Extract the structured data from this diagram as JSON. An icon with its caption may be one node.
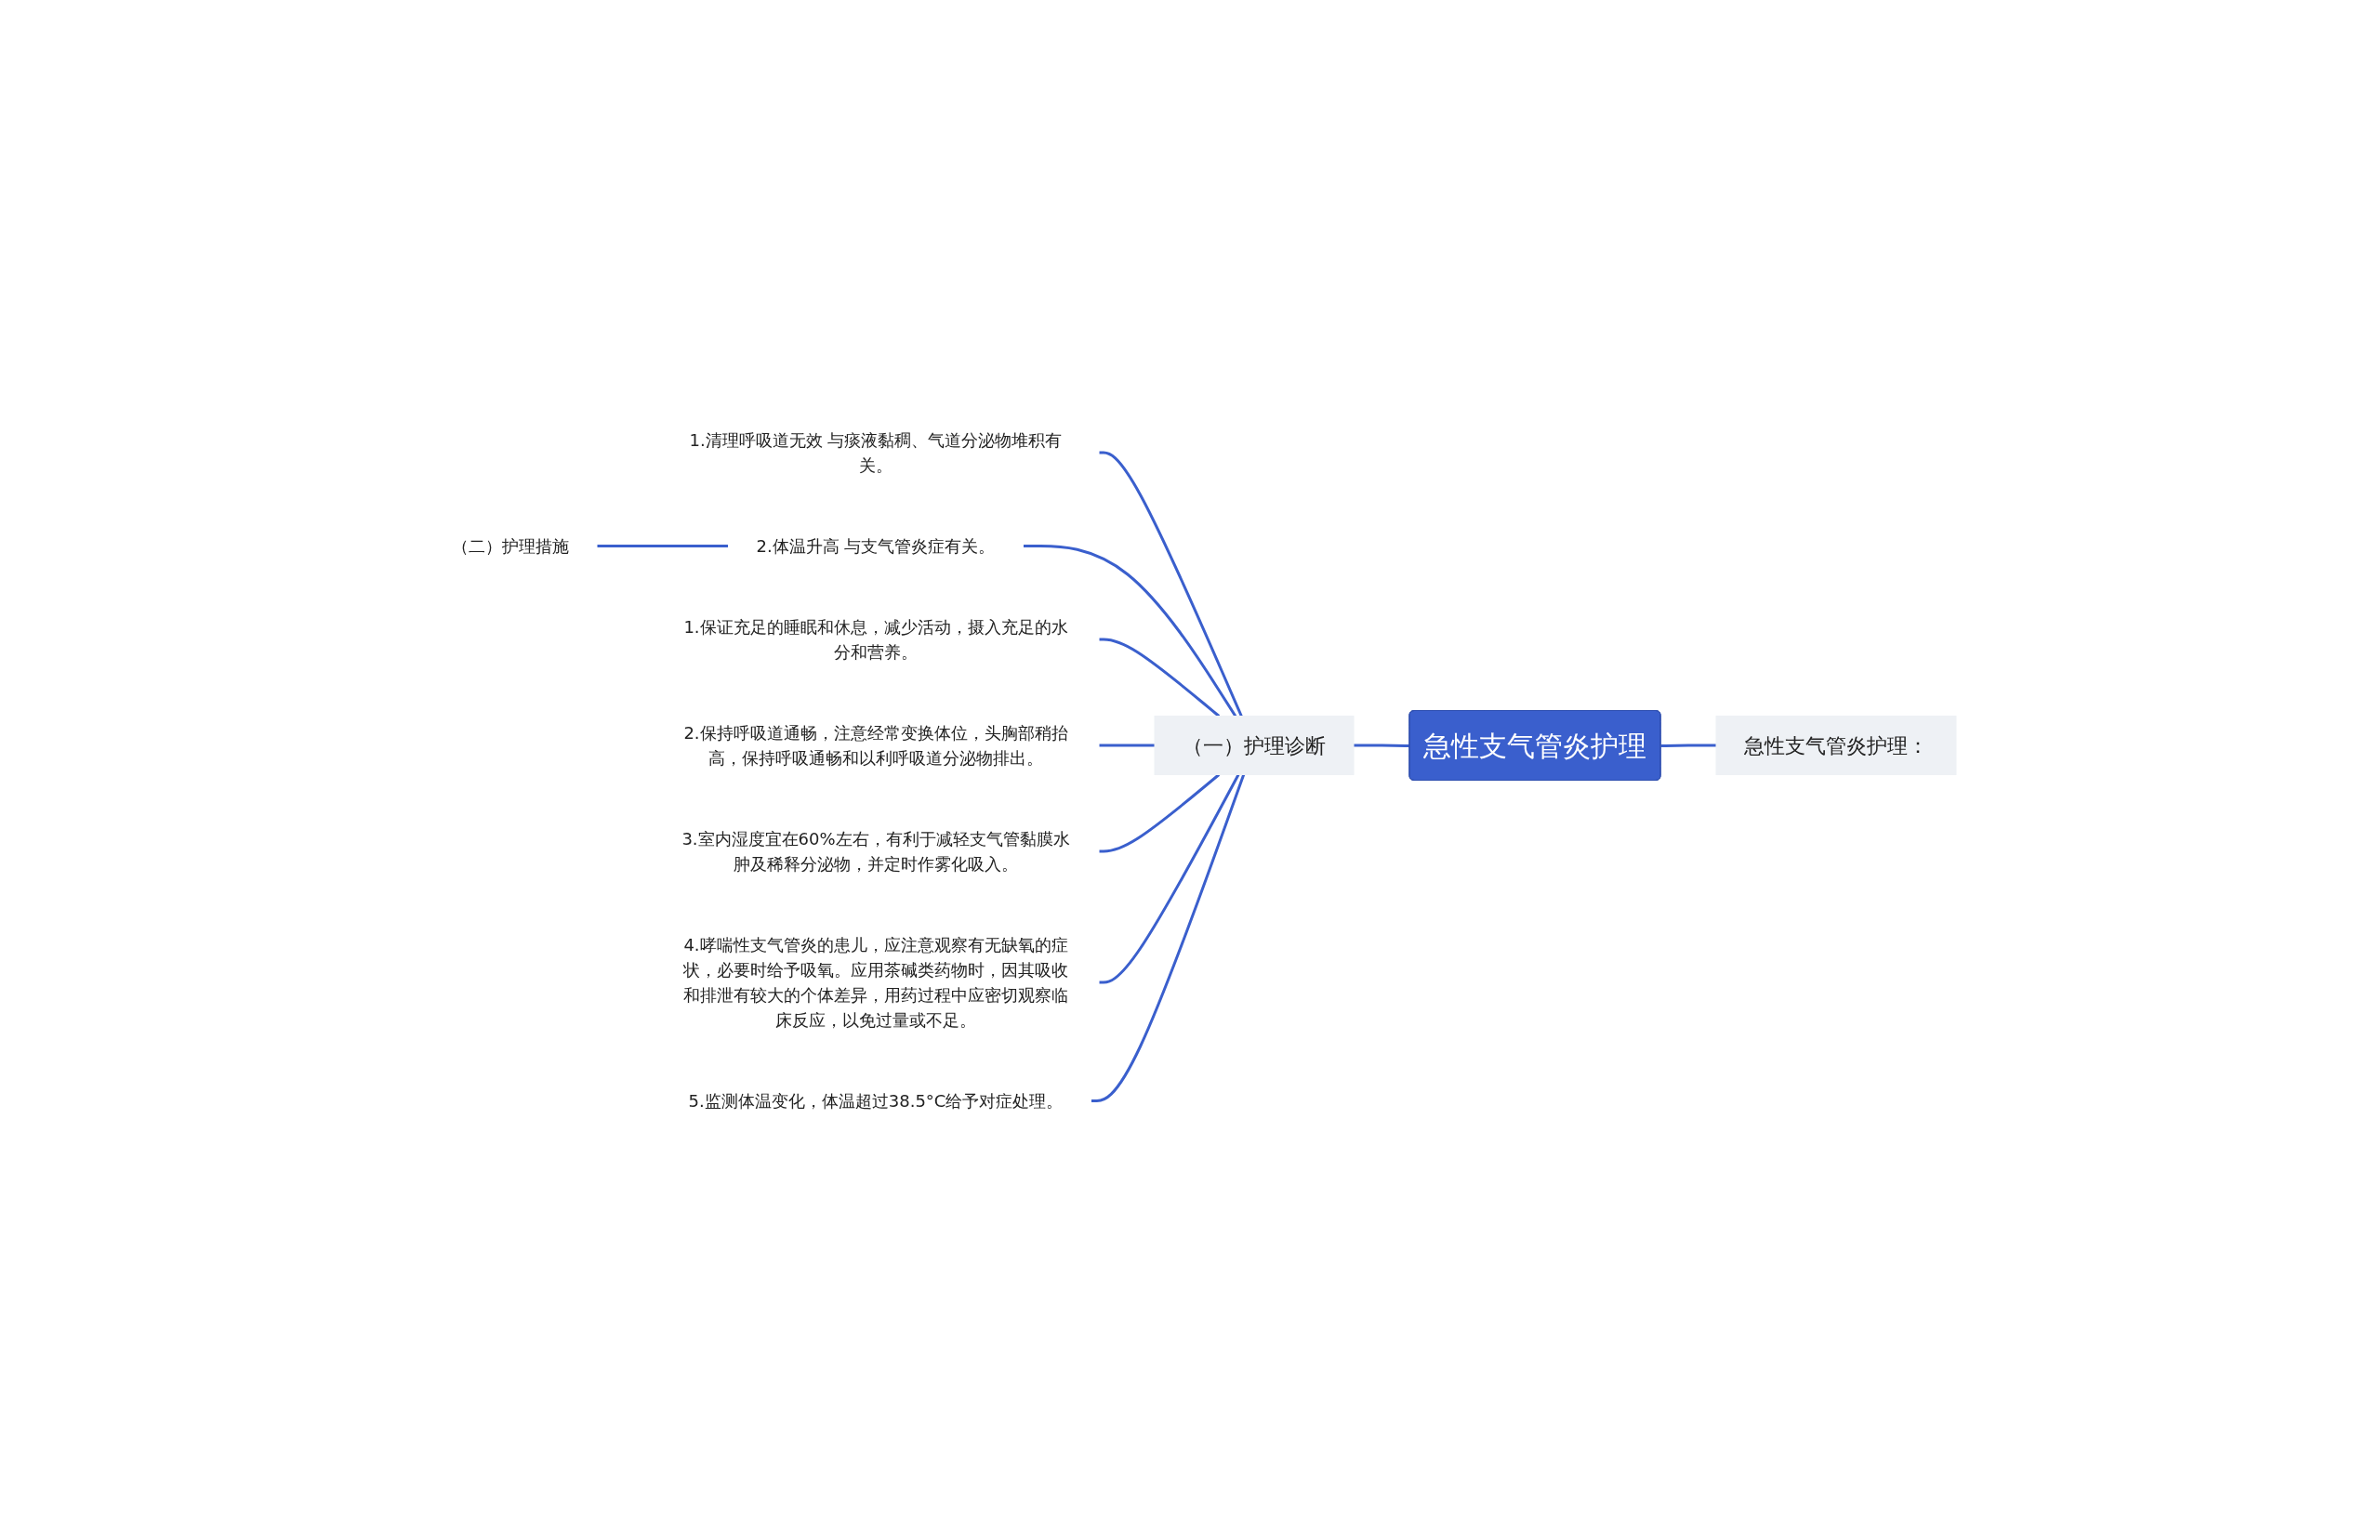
{
  "diagram": {
    "nodes": [
      {
        "text": [
          "急性支气管炎护理"
        ]
      },
      {
        "text": [
          "急性支气管炎护理："
        ]
      },
      {
        "text": [
          "（一）护理诊断"
        ]
      },
      {
        "text": [
          "1.清理呼吸道无效 与痰液黏稠、气道分泌物堆积有关。"
        ]
      },
      {
        "text": [
          "2.体温升高 与支气管炎症有关。"
        ]
      },
      {
        "text": [
          "1.保证充足的睡眠和休息，减少活动，摄入充足的水分和营养。"
        ]
      },
      {
        "text": [
          "2.保持呼吸道通畅，注意经常变换体位，头胸部稍抬高，保持呼吸通畅和以利呼吸道分泌物排出。"
        ]
      },
      {
        "text": [
          "3.室内湿度宜在60%左右，有利于减轻支气管黏膜水肿及稀释分泌物，并定时作雾化吸入。"
        ]
      },
      {
        "text": [
          "4.哮喘性支气管炎的患儿，应注意观察有无缺氧的症状，必要时给予吸氧。应用茶碱类药物时，因其吸收和排泄有较大的个体差异，用药过程中应密切观察临床反应，以免过量或不足。"
        ]
      },
      {
        "text": [
          "5.监测体温变化，体温超过38.5°C给予对症处理。"
        ]
      },
      {
        "text": [
          "（二）护理措施"
        ]
      }
    ],
    "edges": [
      {
        "from": 1,
        "to": 0,
        "arrow": "none"
      },
      {
        "from": 0,
        "to": 2,
        "arrow": "none"
      },
      {
        "from": 2,
        "to": 3,
        "arrow": "none"
      },
      {
        "from": 2,
        "to": 4,
        "arrow": "none"
      },
      {
        "from": 2,
        "to": 5,
        "arrow": "none"
      },
      {
        "from": 2,
        "to": 6,
        "arrow": "none"
      },
      {
        "from": 2,
        "to": 7,
        "arrow": "none"
      },
      {
        "from": 2,
        "to": 8,
        "arrow": "none"
      },
      {
        "from": 2,
        "to": 9,
        "arrow": "none"
      },
      {
        "from": 4,
        "to": 10,
        "arrow": "none"
      }
    ]
  }
}
